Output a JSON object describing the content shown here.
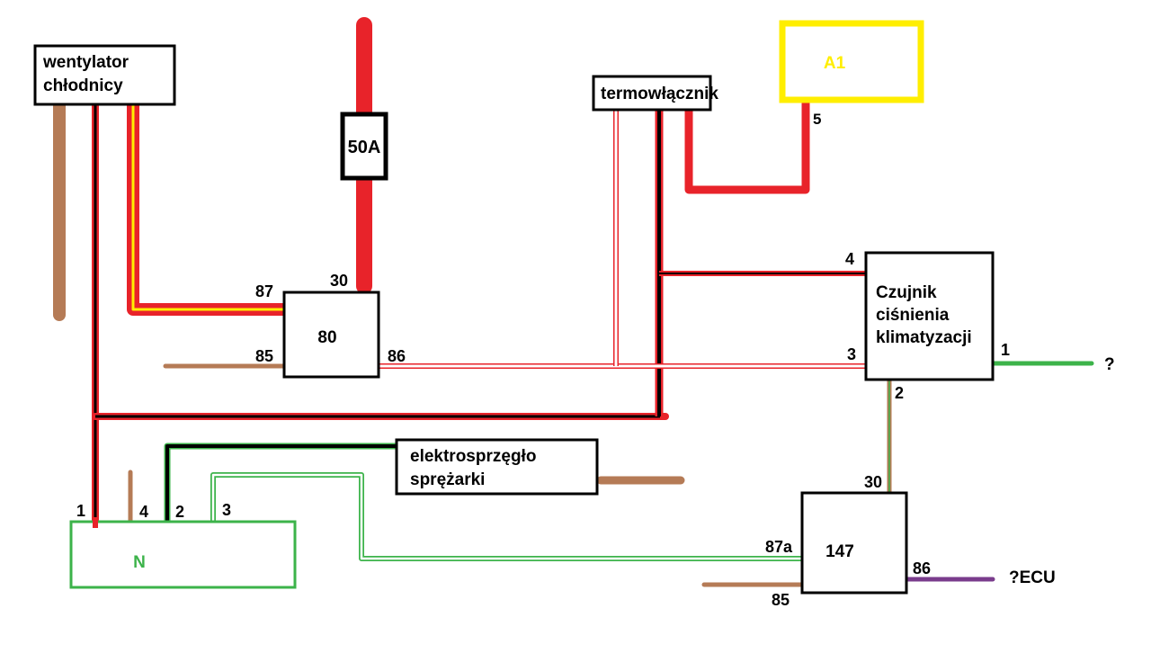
{
  "colors": {
    "red": "#e8232a",
    "black": "#000000",
    "brown": "#b57b56",
    "yellow": "#ffee00",
    "green": "#3cb34a",
    "purple": "#7a3c8c",
    "white": "#ffffff"
  },
  "components": {
    "fan": {
      "line1": "wentylator",
      "line2": "chłodnicy"
    },
    "fuse": {
      "label": "50A"
    },
    "thermo": {
      "label": "termowłącznik"
    },
    "a1": {
      "label": "A1"
    },
    "sensor": {
      "line1": "Czujnik",
      "line2": "ciśnienia",
      "line3": "klimatyzacji"
    },
    "relay80": {
      "label": "80"
    },
    "clutch": {
      "line1": "elektrosprzęgło",
      "line2": "sprężarki"
    },
    "relay147": {
      "label": "147"
    },
    "n_block": {
      "label": "N"
    }
  },
  "pins": {
    "a1_5": "5",
    "relay80_87": "87",
    "relay80_30": "30",
    "relay80_85": "85",
    "relay80_86": "86",
    "sensor_4": "4",
    "sensor_3": "3",
    "sensor_1": "1",
    "sensor_2": "2",
    "relay147_30": "30",
    "relay147_87a": "87a",
    "relay147_86": "86",
    "relay147_85": "85",
    "n_1": "1",
    "n_4": "4",
    "n_2": "2",
    "n_3": "3"
  },
  "annotations": {
    "sensor_out": "?",
    "ecu": "?ECU"
  }
}
